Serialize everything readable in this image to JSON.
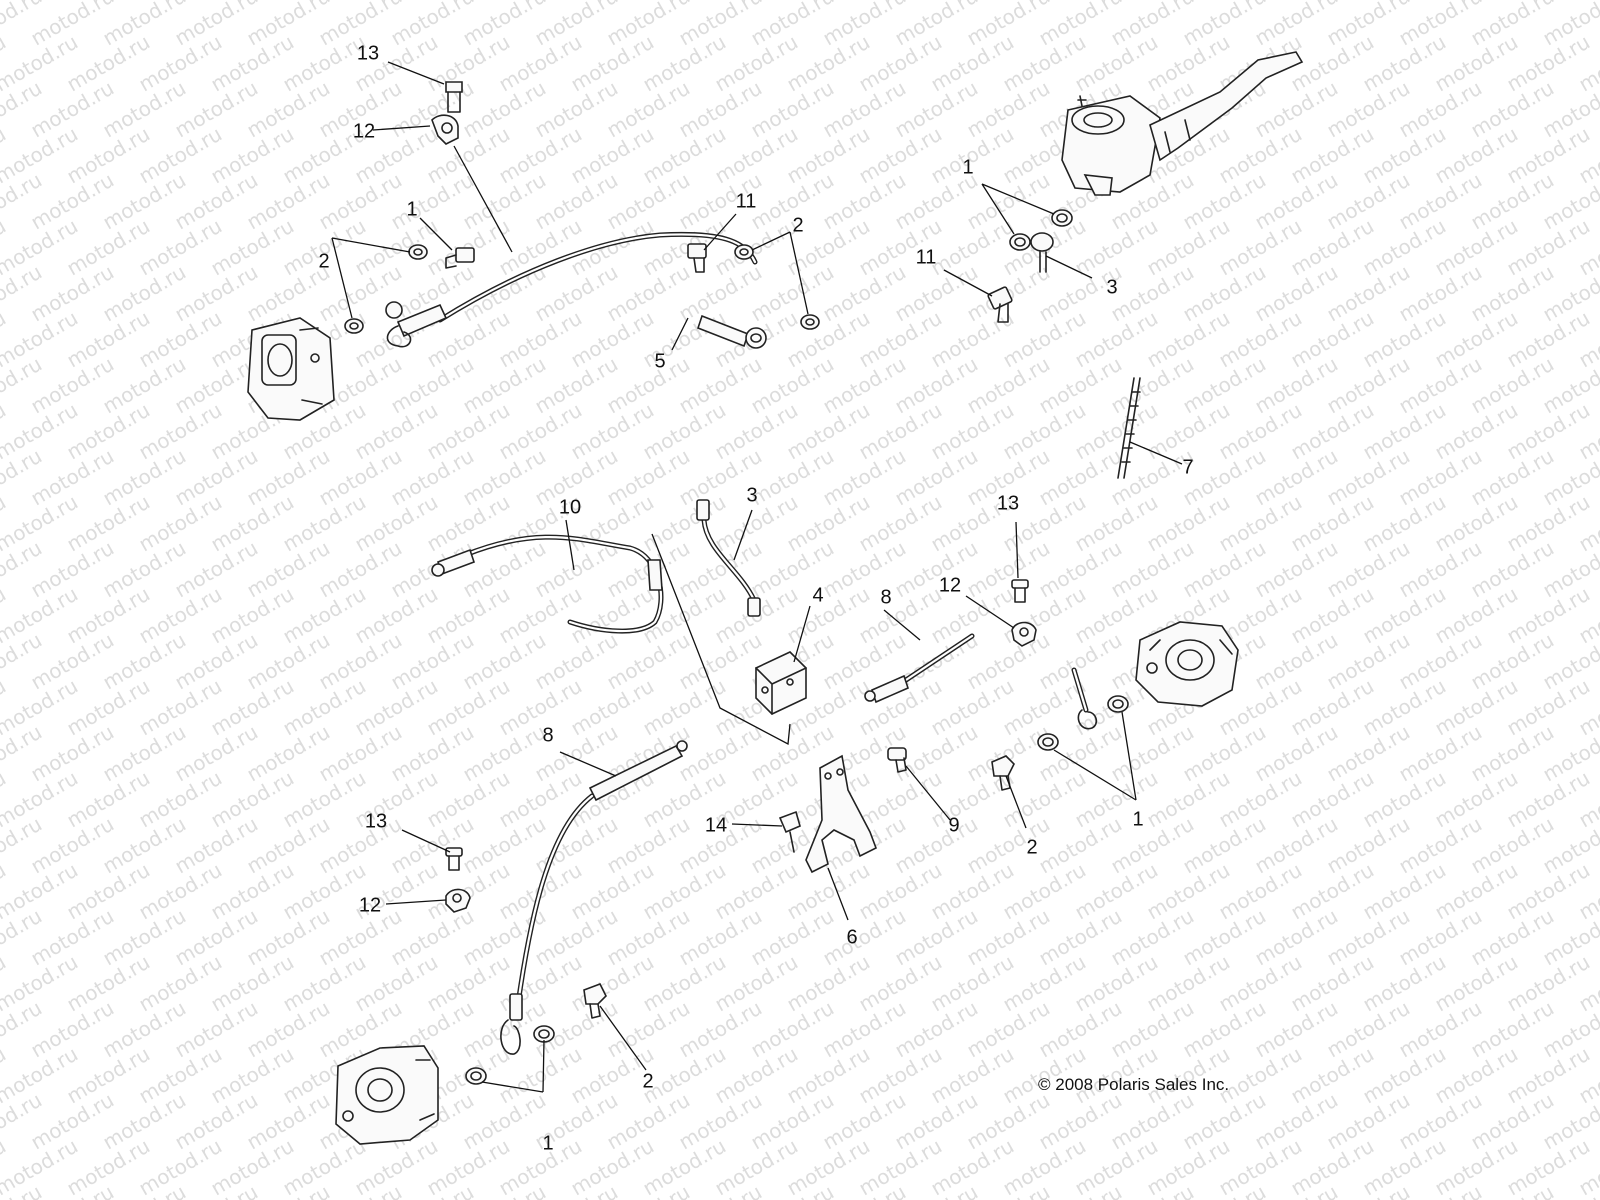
{
  "watermark": {
    "text": "motod.ru"
  },
  "copyright": "© 2008 Polaris Sales Inc.",
  "callouts": [
    {
      "id": "c13a",
      "label": "13"
    },
    {
      "id": "c12a",
      "label": "12"
    },
    {
      "id": "c1a",
      "label": "1"
    },
    {
      "id": "c2a",
      "label": "2"
    },
    {
      "id": "c11a",
      "label": "11"
    },
    {
      "id": "c2b",
      "label": "2"
    },
    {
      "id": "c5",
      "label": "5"
    },
    {
      "id": "c1b",
      "label": "1"
    },
    {
      "id": "c11b",
      "label": "11"
    },
    {
      "id": "c3a",
      "label": "3"
    },
    {
      "id": "c7",
      "label": "7"
    },
    {
      "id": "c10",
      "label": "10"
    },
    {
      "id": "c3b",
      "label": "3"
    },
    {
      "id": "c13b",
      "label": "13"
    },
    {
      "id": "c4",
      "label": "4"
    },
    {
      "id": "c8a",
      "label": "8"
    },
    {
      "id": "c12b",
      "label": "12"
    },
    {
      "id": "c8b",
      "label": "8"
    },
    {
      "id": "c13c",
      "label": "13"
    },
    {
      "id": "c14",
      "label": "14"
    },
    {
      "id": "c9",
      "label": "9"
    },
    {
      "id": "c2c",
      "label": "2"
    },
    {
      "id": "c1c",
      "label": "1"
    },
    {
      "id": "c12c",
      "label": "12"
    },
    {
      "id": "c6",
      "label": "6"
    },
    {
      "id": "c2d",
      "label": "2"
    },
    {
      "id": "c1d",
      "label": "1"
    }
  ]
}
